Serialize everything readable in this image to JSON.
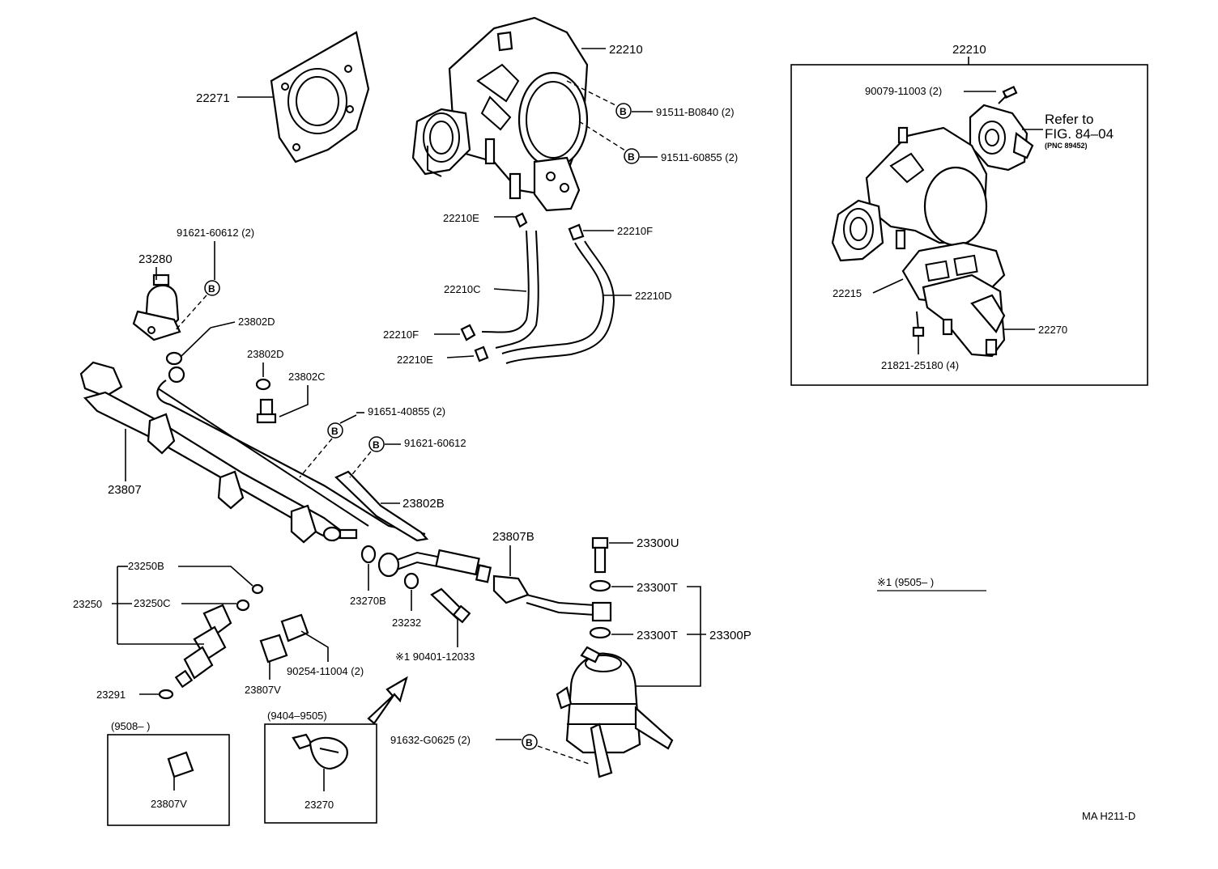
{
  "labels": {
    "p22210_top": "22210",
    "p22271": "22271",
    "p91511_b0840": "91511-B0840 (2)",
    "p91511_60855": "91511-60855 (2)",
    "p22210e_a": "22210E",
    "p22210f_a": "22210F",
    "p22210c": "22210C",
    "p22210d": "22210D",
    "p22210f_b": "22210F",
    "p22210e_b": "22210E",
    "p91621_60612_2": "91621-60612 (2)",
    "p23280": "23280",
    "p23802d_a": "23802D",
    "p23802d_b": "23802D",
    "p23802c": "23802C",
    "p91651_40855": "91651-40855 (2)",
    "p91621_60612": "91621-60612",
    "p23807": "23807",
    "p23802b": "23802B",
    "p23807b": "23807B",
    "p23300u": "23300U",
    "p23300t_a": "23300T",
    "p23300t_b": "23300T",
    "p23300p": "23300P",
    "p23250b": "23250B",
    "p23250": "23250",
    "p23250c": "23250C",
    "p23270b": "23270B",
    "p23232": "23232",
    "p90401": "※1  90401-12033",
    "p90254": "90254-11004 (2)",
    "p23807v_a": "23807V",
    "p23291": "23291",
    "p91632": "91632-G0625 (2)",
    "p9508": "(9508–          )",
    "p23807v_b": "23807V",
    "p9404": "(9404–9505)",
    "p23270": "23270",
    "inset_title": "22210",
    "p90079": "90079-11003 (2)",
    "refer1": "Refer to",
    "refer2": "FIG. 84–04",
    "refer3": "(PNC 89452)",
    "p22215": "22215",
    "p22270": "22270",
    "p21821": "21821-25180 (4)",
    "note": "※1  (9505–          )",
    "footer": "MA H211-D"
  },
  "bolt_marker": "B"
}
